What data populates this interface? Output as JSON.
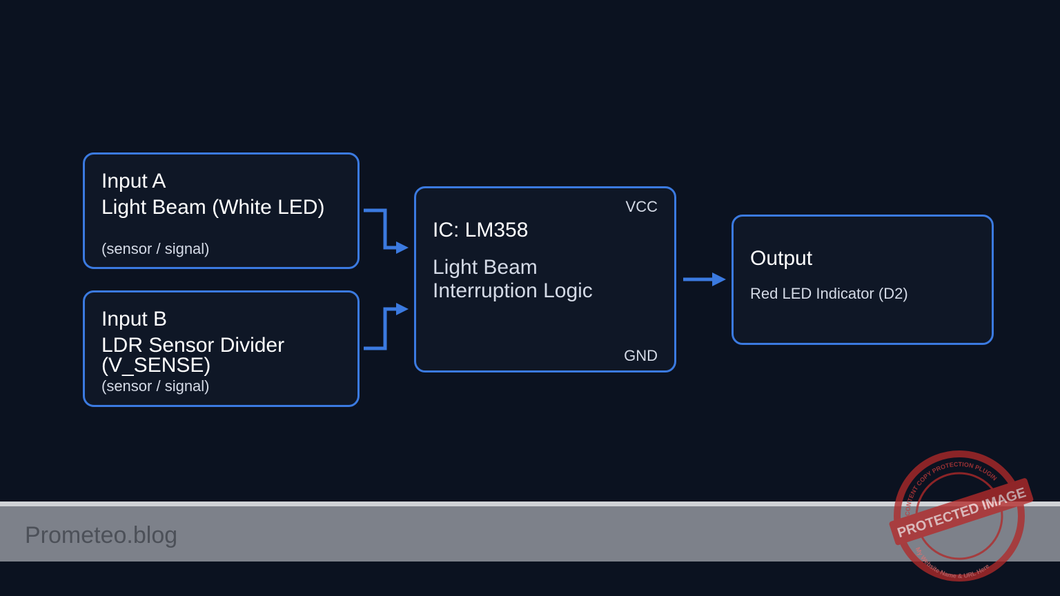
{
  "diagram": {
    "input_a": {
      "title": "Input A",
      "name": "Light Beam (White LED)",
      "note": "(sensor / signal)"
    },
    "input_b": {
      "title": "Input B",
      "name_line1": "LDR Sensor Divider",
      "name_line2": "(V_SENSE)",
      "note": "(sensor / signal)"
    },
    "ic": {
      "title": "IC: LM358",
      "function_line1": "Light Beam",
      "function_line2": "Interruption Logic",
      "vcc": "VCC",
      "gnd": "GND"
    },
    "output": {
      "title": "Output",
      "detail": "Red LED Indicator (D2)"
    },
    "colors": {
      "accent": "#3b7ae0",
      "background": "#0b1220",
      "box_fill": "#0f1726",
      "stamp": "#c0392b"
    }
  },
  "footer": {
    "brand": "Prometeo.blog"
  },
  "watermark": {
    "label": "PROTECTED IMAGE",
    "ring_text": "CONTENT COPY PROTECTION PLUGIN",
    "bottom_text": "My Website Name & URL Here"
  }
}
